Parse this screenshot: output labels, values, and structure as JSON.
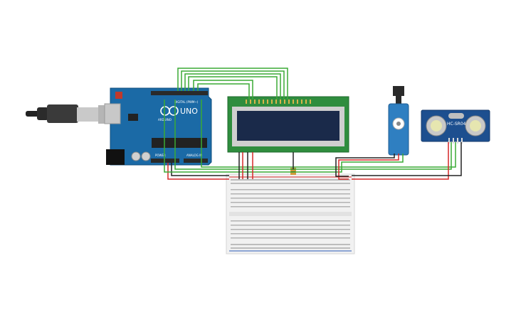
{
  "arduino": {
    "logo_text": "UNO",
    "brand_text": "ARDUINO",
    "digital_label": "DIGITAL (PWM~)",
    "power_label": "POWER",
    "analog_label": "ANALOG IN",
    "board_color": "#1b6aa6"
  },
  "ultrasonic": {
    "model_text": "HC-SR04",
    "board_color": "#1d4f8f"
  },
  "lcd": {
    "screen_color": "#1a2a4a",
    "board_color": "#2f8d3e"
  },
  "wire_colors": {
    "green": "#3aaa35",
    "red": "#d62828",
    "black": "#222222"
  }
}
